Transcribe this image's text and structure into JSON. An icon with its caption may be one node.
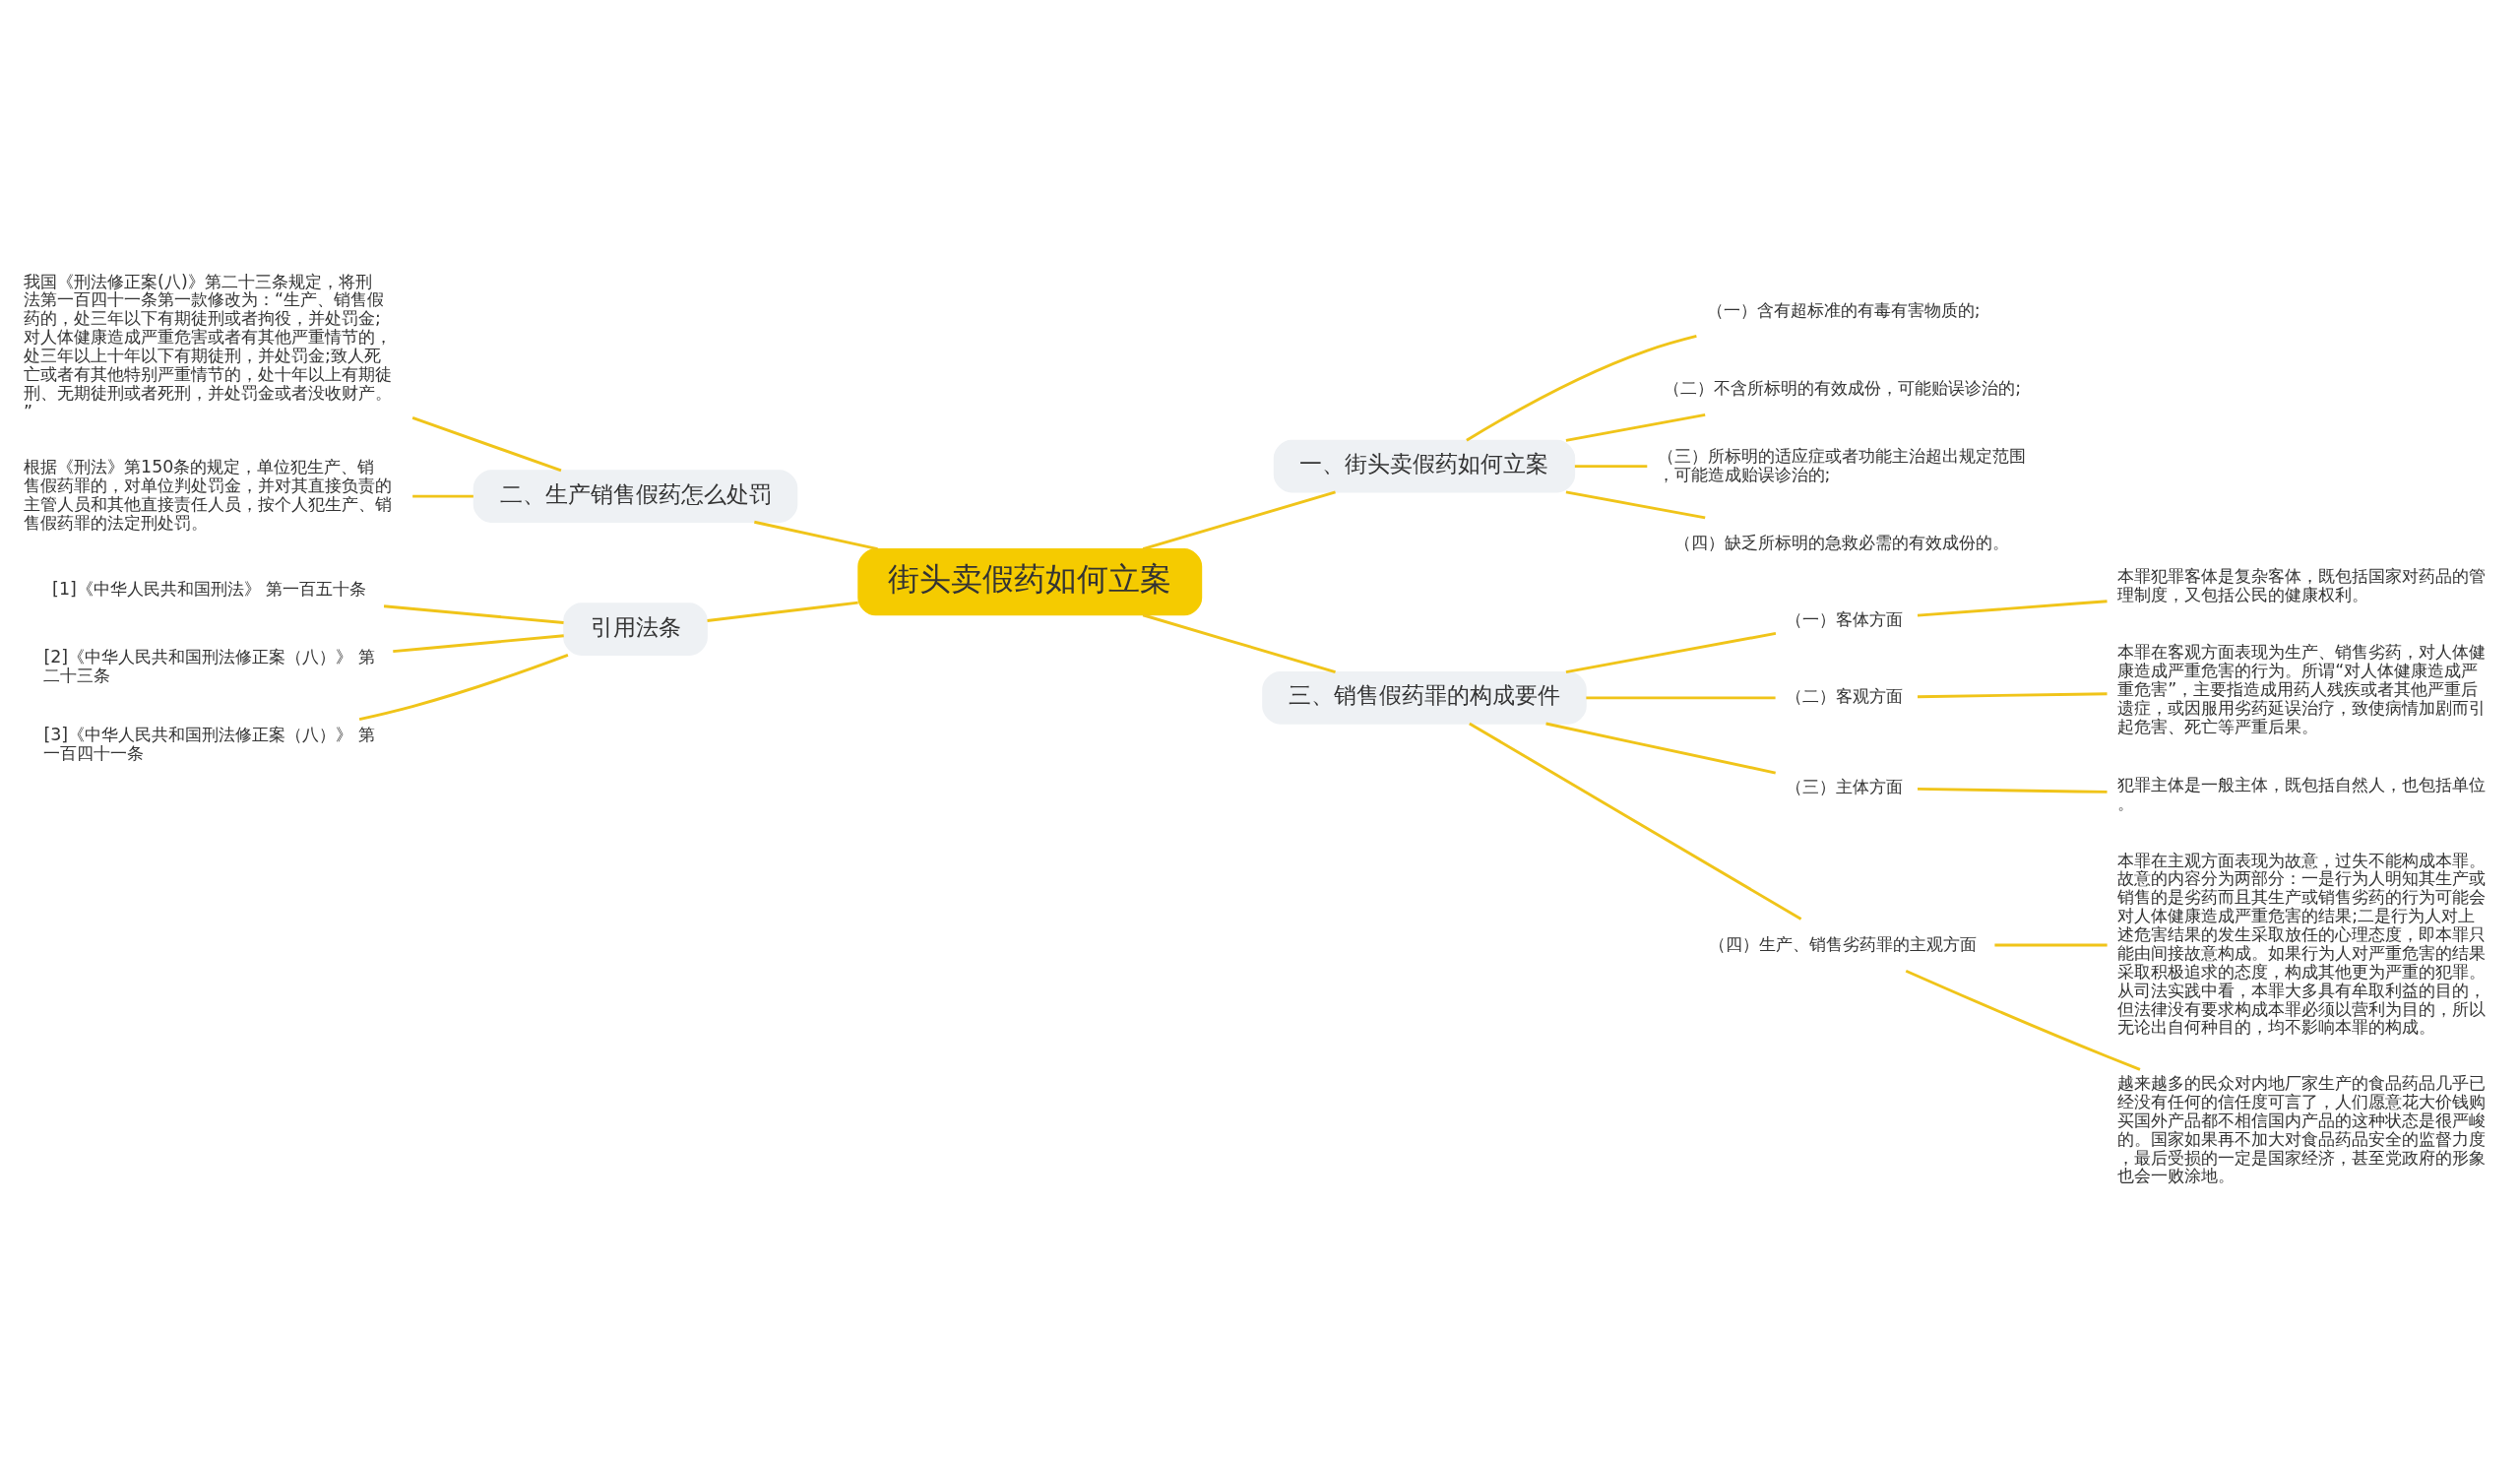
{
  "diagram": {
    "nodes": [
      {
        "text": [
          "街头卖假药如何立案"
        ]
      },
      {
        "text": [
          "一、街头卖假药如何立案"
        ]
      },
      {
        "text": [
          "（一）含有超标准的有毒有害物质的;"
        ]
      },
      {
        "text": [
          "（二）不含所标明的有效成份，可能贻误诊治的;"
        ]
      },
      {
        "text": [
          "（三）所标明的适应症或者功能主治超出规定范围，可能造成贻误诊治的;"
        ]
      },
      {
        "text": [
          "（四）缺乏所标明的急救必需的有效成份的。"
        ]
      },
      {
        "text": [
          "二、生产销售假药怎么处罚"
        ]
      },
      {
        "text": [
          "我国《刑法修正案(八)》第二十三条规定，将刑法第一百四十一条第一款修改为：“生产、销售假药的，处三年以下有期徒刑或者拘役，并处罚金;对人体健康造成严重危害或者有其他严重情节的，处三年以上十年以下有期徒刑，并处罚金;致人死亡或者有其他特别严重情节的，处十年以上有期徒刑、无期徒刑或者死刑，并处罚金或者没收财产。”"
        ]
      },
      {
        "text": [
          "根据《刑法》第150条的规定，单位犯生产、销售假药罪的，对单位判处罚金，并对其直接负责的主管人员和其他直接责任人员，按个人犯生产、销售假药罪的法定刑处罚。"
        ]
      },
      {
        "text": [
          "三、销售假药罪的构成要件"
        ]
      },
      {
        "text": [
          "（一）客体方面"
        ]
      },
      {
        "text": [
          "本罪犯罪客体是复杂客体，既包括国家对药品的管理制度，又包括公民的健康权利。"
        ]
      },
      {
        "text": [
          "（二）客观方面"
        ]
      },
      {
        "text": [
          "本罪在客观方面表现为生产、销售劣药，对人体健康造成严重危害的行为。所谓“对人体健康造成严重危害”，主要指造成用药人残疾或者其他严重后遗症，或因服用劣药延误治疗，致使病情加剧而引起危害、死亡等严重后果。"
        ]
      },
      {
        "text": [
          "（三）主体方面"
        ]
      },
      {
        "text": [
          "犯罪主体是一般主体，既包括自然人，也包括单位。"
        ]
      },
      {
        "text": [
          "（四）生产、销售劣药罪的主观方面"
        ]
      },
      {
        "text": [
          "本罪在主观方面表现为故意，过失不能构成本罪。故意的内容分为两部分：一是行为人明知其生产或销售的是劣药而且其生产或销售劣药的行为可能会对人体健康造成严重危害的结果;二是行为人对上述危害结果的发生采取放任的心理态度，即本罪只能由间接故意构成。如果行为人对严重危害的结果采取积极追求的态度，构成其他更为严重的犯罪。从司法实践中看，本罪大多具有牟取利益的目的，但法律没有要求构成本罪必须以营利为目的，所以无论出自何种目的，均不影响本罪的构成。"
        ]
      },
      {
        "text": [
          "越来越多的民众对内地厂家生产的食品药品几乎已经没有任何的信任度可言了，人们愿意花大价钱购买国外产品都不相信国内产品的这种状态是很严峻的。国家如果再不加大对食品药品安全的监督力度，最后受损的一定是国家经济，甚至党政府的形象也会一败涂地。"
        ]
      },
      {
        "text": [
          "引用法条"
        ]
      },
      {
        "text": [
          "[1]《中华人民共和国刑法》 第一百五十条"
        ]
      },
      {
        "text": [
          "[2]《中华人民共和国刑法修正案（八）》 第二十三条"
        ]
      },
      {
        "text": [
          "[3]《中华人民共和国刑法修正案（八）》 第一百四十一条"
        ]
      }
    ],
    "edges": [
      {
        "from": 0,
        "to": 1,
        "arrow": "none"
      },
      {
        "from": 1,
        "to": 2,
        "arrow": "none"
      },
      {
        "from": 1,
        "to": 3,
        "arrow": "none"
      },
      {
        "from": 1,
        "to": 4,
        "arrow": "none"
      },
      {
        "from": 1,
        "to": 5,
        "arrow": "none"
      },
      {
        "from": 0,
        "to": 6,
        "arrow": "none"
      },
      {
        "from": 6,
        "to": 7,
        "arrow": "none"
      },
      {
        "from": 6,
        "to": 8,
        "arrow": "none"
      },
      {
        "from": 0,
        "to": 9,
        "arrow": "none"
      },
      {
        "from": 9,
        "to": 10,
        "arrow": "none"
      },
      {
        "from": 10,
        "to": 11,
        "arrow": "none"
      },
      {
        "from": 9,
        "to": 12,
        "arrow": "none"
      },
      {
        "from": 12,
        "to": 13,
        "arrow": "none"
      },
      {
        "from": 9,
        "to": 14,
        "arrow": "none"
      },
      {
        "from": 14,
        "to": 15,
        "arrow": "none"
      },
      {
        "from": 9,
        "to": 16,
        "arrow": "none"
      },
      {
        "from": 16,
        "to": 17,
        "arrow": "none"
      },
      {
        "from": 16,
        "to": 18,
        "arrow": "none"
      },
      {
        "from": 0,
        "to": 19,
        "arrow": "none"
      },
      {
        "from": 19,
        "to": 20,
        "arrow": "none"
      },
      {
        "from": 19,
        "to": 21,
        "arrow": "none"
      },
      {
        "from": 19,
        "to": 22,
        "arrow": "none"
      }
    ]
  }
}
